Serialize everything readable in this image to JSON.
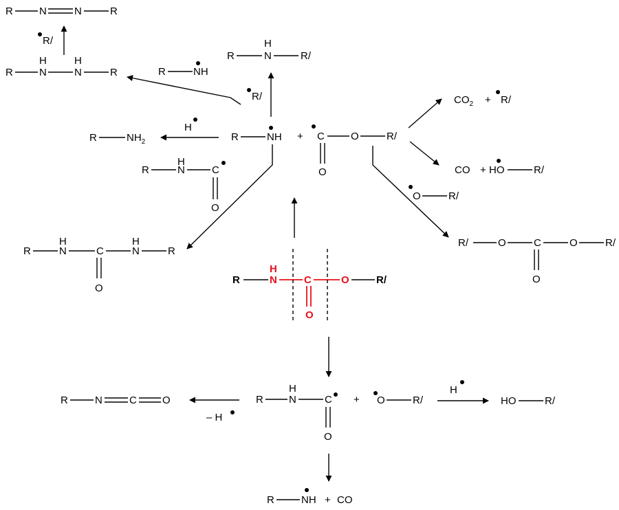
{
  "labels": {
    "R": "R",
    "Rp": "R/",
    "N": "N",
    "H": "H",
    "NH": "NH",
    "NH2": "NH2",
    "C": "C",
    "O": "O",
    "HO": "HO",
    "CO": "CO",
    "CO2": "CO2",
    "plus": "+",
    "minus_H": "– H"
  },
  "center": {
    "R": "R",
    "H": "H",
    "N": "N",
    "C": "C",
    "O_ether": "O",
    "O_carbonyl": "O",
    "Rp": "R/"
  },
  "colors": {
    "highlight": "#e8101a",
    "ink": "#000000",
    "background": "#ffffff"
  }
}
